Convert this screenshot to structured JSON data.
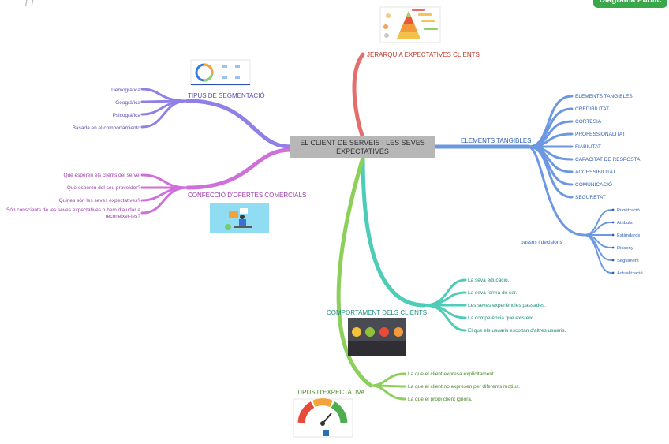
{
  "badge": "Diagrama Públic",
  "center": {
    "line1": "EL CLIENT DE SERVEIS I LES SEVES",
    "line2": "EXPECTATIVES"
  },
  "branches": {
    "jerarquia": {
      "label": "JERARQUIA EXPECTATIVES CLIENTS",
      "color": "#e46e6e"
    },
    "segmentacio": {
      "label": "TIPUS DE SEGMENTACIÓ",
      "color": "#8f7fe6",
      "items": [
        "Demográfica",
        "Geográfica",
        "Psicográfica",
        "Basada en el comportamiento"
      ]
    },
    "confeccio": {
      "label": "CONFECCIÓ D'OFERTES COMERCIALS",
      "color": "#cf6fdc",
      "items": [
        "Què esperen els clients del servei",
        "Què esperen del seu proveïdor?",
        "Quines són les seves expectatives?"
      ],
      "item4_line1": "Són conscients de les seves expectatives o hem d'ajudar a",
      "item4_line2": "reconeixer-les?"
    },
    "tangibles": {
      "label": "ELEMENTS TANGIBLES",
      "color": "#6b98e0",
      "items": [
        "ELEMENTS TANGIBLES",
        "CREDIBILITAT",
        "CORTESIA",
        "PROFESSIONALITAT",
        "FIABILITAT",
        "CAPACITAT DE RESPOSTA",
        "ACCESSIBILITAT",
        "COMUNICACIÓ",
        "SEGURETAT"
      ],
      "sub_label": "passos i decisions",
      "sub_items": [
        "Priorització",
        "Atributs",
        "Estàndards",
        "Disseny",
        "Seguiment",
        "Actualització"
      ]
    },
    "comportament": {
      "label": "COMPORTAMENT DELS CLIENTS",
      "color": "#4dcdb8",
      "items": [
        "La seva educació.",
        "La seva forma de ser.",
        "Les seves experiències passades.",
        "La competència que existeix.",
        "El que els usuaris escoltan d'altres usuaris."
      ]
    },
    "tipus": {
      "label": "TIPUS D'EXPECTATIVA",
      "color": "#8ccf5a",
      "items": [
        "La que el client expresa explícitament.",
        "La que el client no expresen per diferents motius.",
        "La que el propi client ignora."
      ]
    }
  }
}
